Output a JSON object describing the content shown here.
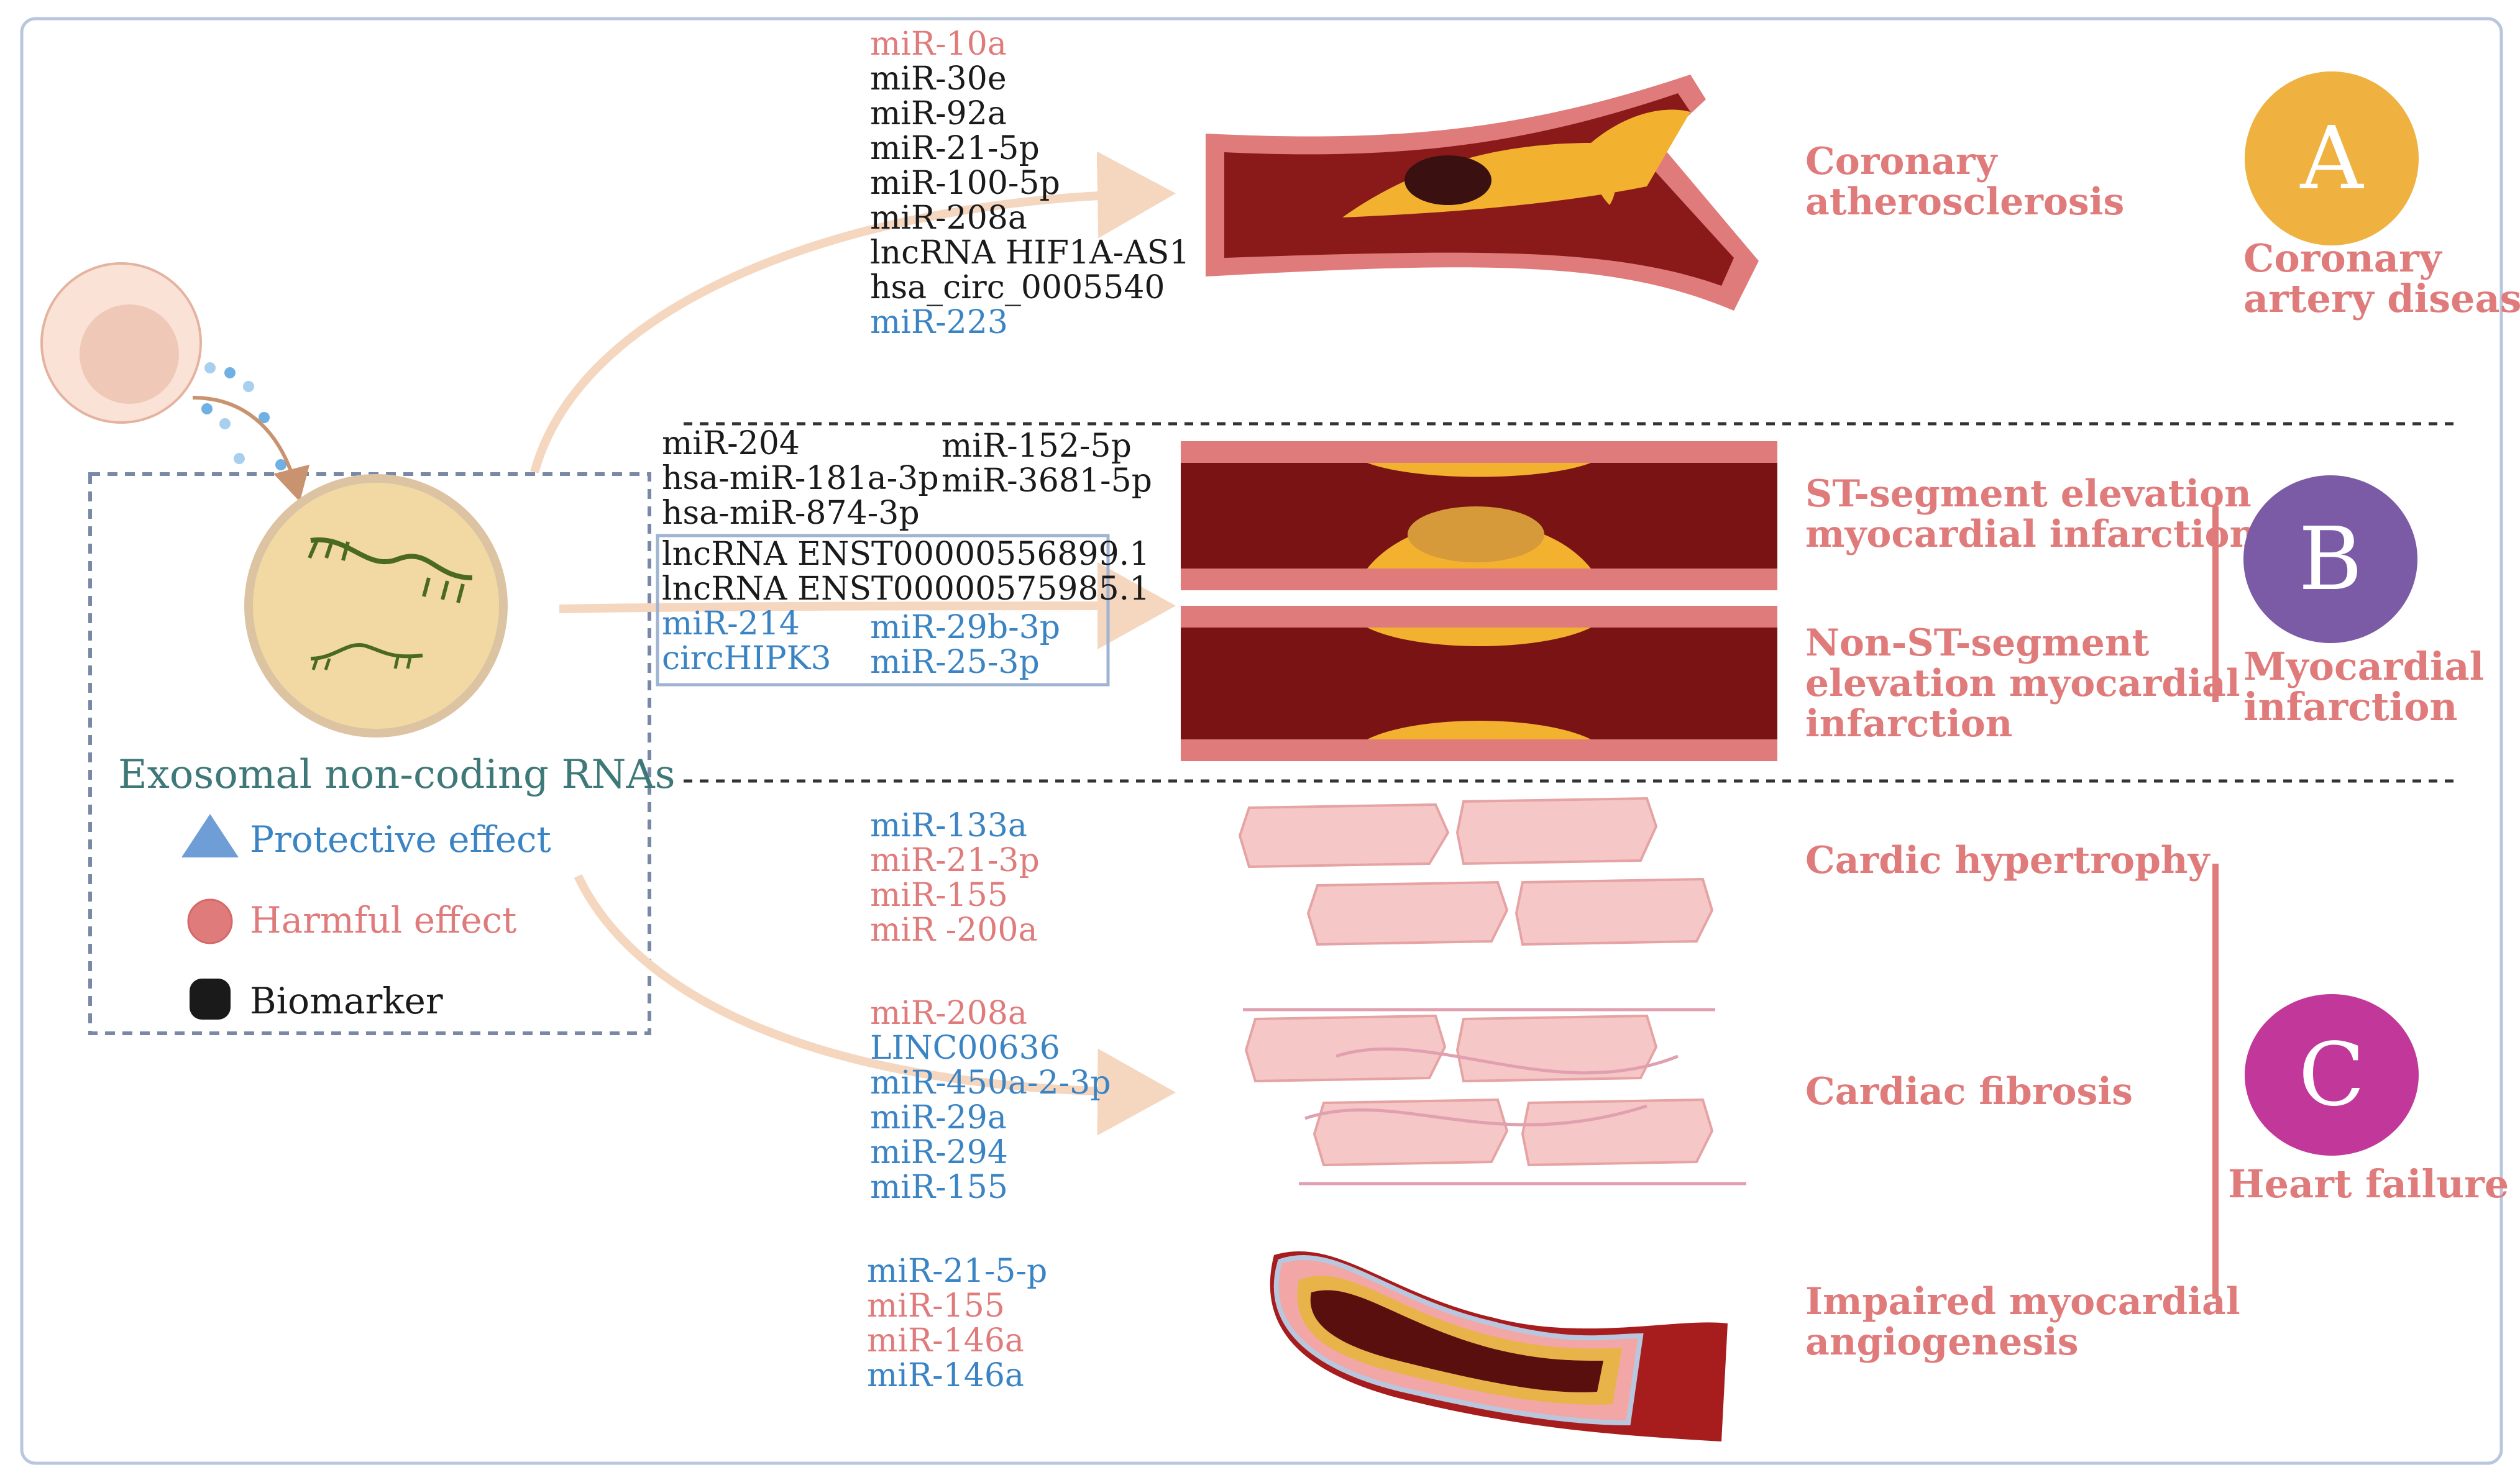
{
  "colors": {
    "harmful": "#e07b7b",
    "protective": "#3b84c4",
    "biomarker": "#1a1a1a",
    "title_teal": "#3f7878",
    "panel_a": "#efb13f",
    "panel_b": "#7b5aa6",
    "panel_c": "#c2379a",
    "arrow": "#f5d6bf"
  },
  "source": {
    "title": "Exosomal non-coding RNAs",
    "legend": [
      {
        "label": "Protective effect",
        "shape": "triangle",
        "color": "#6f9ed6"
      },
      {
        "label": "Harmful effect",
        "shape": "circle",
        "color": "#e07b7b"
      },
      {
        "label": "Biomarker",
        "shape": "rounded-square",
        "color": "#1a1a1a"
      }
    ]
  },
  "panels": [
    {
      "letter": "A",
      "category": [
        "Coronary",
        "artery disease"
      ],
      "conditions": [
        {
          "lines": [
            "Coronary",
            "atherosclerosis"
          ]
        }
      ],
      "rnas": [
        {
          "text": "miR-10a",
          "effect": "harmful"
        },
        {
          "text": "miR-30e",
          "effect": "biomarker"
        },
        {
          "text": "miR-92a",
          "effect": "biomarker"
        },
        {
          "text": "miR-21-5p",
          "effect": "biomarker"
        },
        {
          "text": "miR-100-5p",
          "effect": "biomarker"
        },
        {
          "text": "miR-208a",
          "effect": "biomarker"
        },
        {
          "text": "lncRNA HIF1A-AS1",
          "effect": "biomarker"
        },
        {
          "text": "hsa_circ_0005540",
          "effect": "biomarker"
        },
        {
          "text": "miR-223",
          "effect": "protective"
        }
      ]
    },
    {
      "letter": "B",
      "category": [
        "Myocardial",
        "infarction"
      ],
      "conditions": [
        {
          "lines": [
            "ST-segment elevation",
            "myocardial infarction"
          ]
        },
        {
          "lines": [
            "Non-ST-segment",
            "elevation myocardial",
            "infarction"
          ]
        }
      ],
      "rnas": [
        {
          "text": "miR-204",
          "effect": "biomarker"
        },
        {
          "text": "hsa-miR-181a-3p",
          "effect": "biomarker"
        },
        {
          "text": "hsa-miR-874-3p",
          "effect": "biomarker"
        },
        {
          "text": "miR-152-5p",
          "effect": "biomarker"
        },
        {
          "text": "miR-3681-5p",
          "effect": "biomarker"
        },
        {
          "text": "lncRNA ENST00000556899.1",
          "effect": "biomarker"
        },
        {
          "text": "lncRNA ENST00000575985.1",
          "effect": "biomarker"
        },
        {
          "text": "miR-214",
          "effect": "protective"
        },
        {
          "text": "circHIPK3",
          "effect": "protective"
        },
        {
          "text": "miR-29b-3p",
          "effect": "protective"
        },
        {
          "text": "miR-25-3p",
          "effect": "protective"
        }
      ]
    },
    {
      "letter": "C",
      "category": [
        "Heart failure"
      ],
      "conditions": [
        {
          "lines": [
            "Cardic hypertrophy"
          ]
        },
        {
          "lines": [
            "Cardiac fibrosis"
          ]
        },
        {
          "lines": [
            "Impaired myocardial",
            "angiogenesis"
          ]
        }
      ],
      "rna_groups": [
        [
          {
            "text": "miR-133a",
            "effect": "protective"
          },
          {
            "text": "miR-21-3p",
            "effect": "harmful"
          },
          {
            "text": "miR-155",
            "effect": "harmful"
          },
          {
            "text": "miR -200a",
            "effect": "harmful"
          }
        ],
        [
          {
            "text": "miR-208a",
            "effect": "harmful"
          },
          {
            "text": "LINC00636",
            "effect": "protective"
          },
          {
            "text": "miR-450a-2-3p",
            "effect": "protective"
          },
          {
            "text": "miR-29a",
            "effect": "protective"
          },
          {
            "text": "miR-294",
            "effect": "protective"
          },
          {
            "text": "miR-155",
            "effect": "protective"
          }
        ],
        [
          {
            "text": "miR-21-5-p",
            "effect": "protective"
          },
          {
            "text": "miR-155",
            "effect": "harmful"
          },
          {
            "text": "miR-146a",
            "effect": "harmful"
          },
          {
            "text": "miR-146a",
            "effect": "protective"
          }
        ]
      ]
    }
  ]
}
